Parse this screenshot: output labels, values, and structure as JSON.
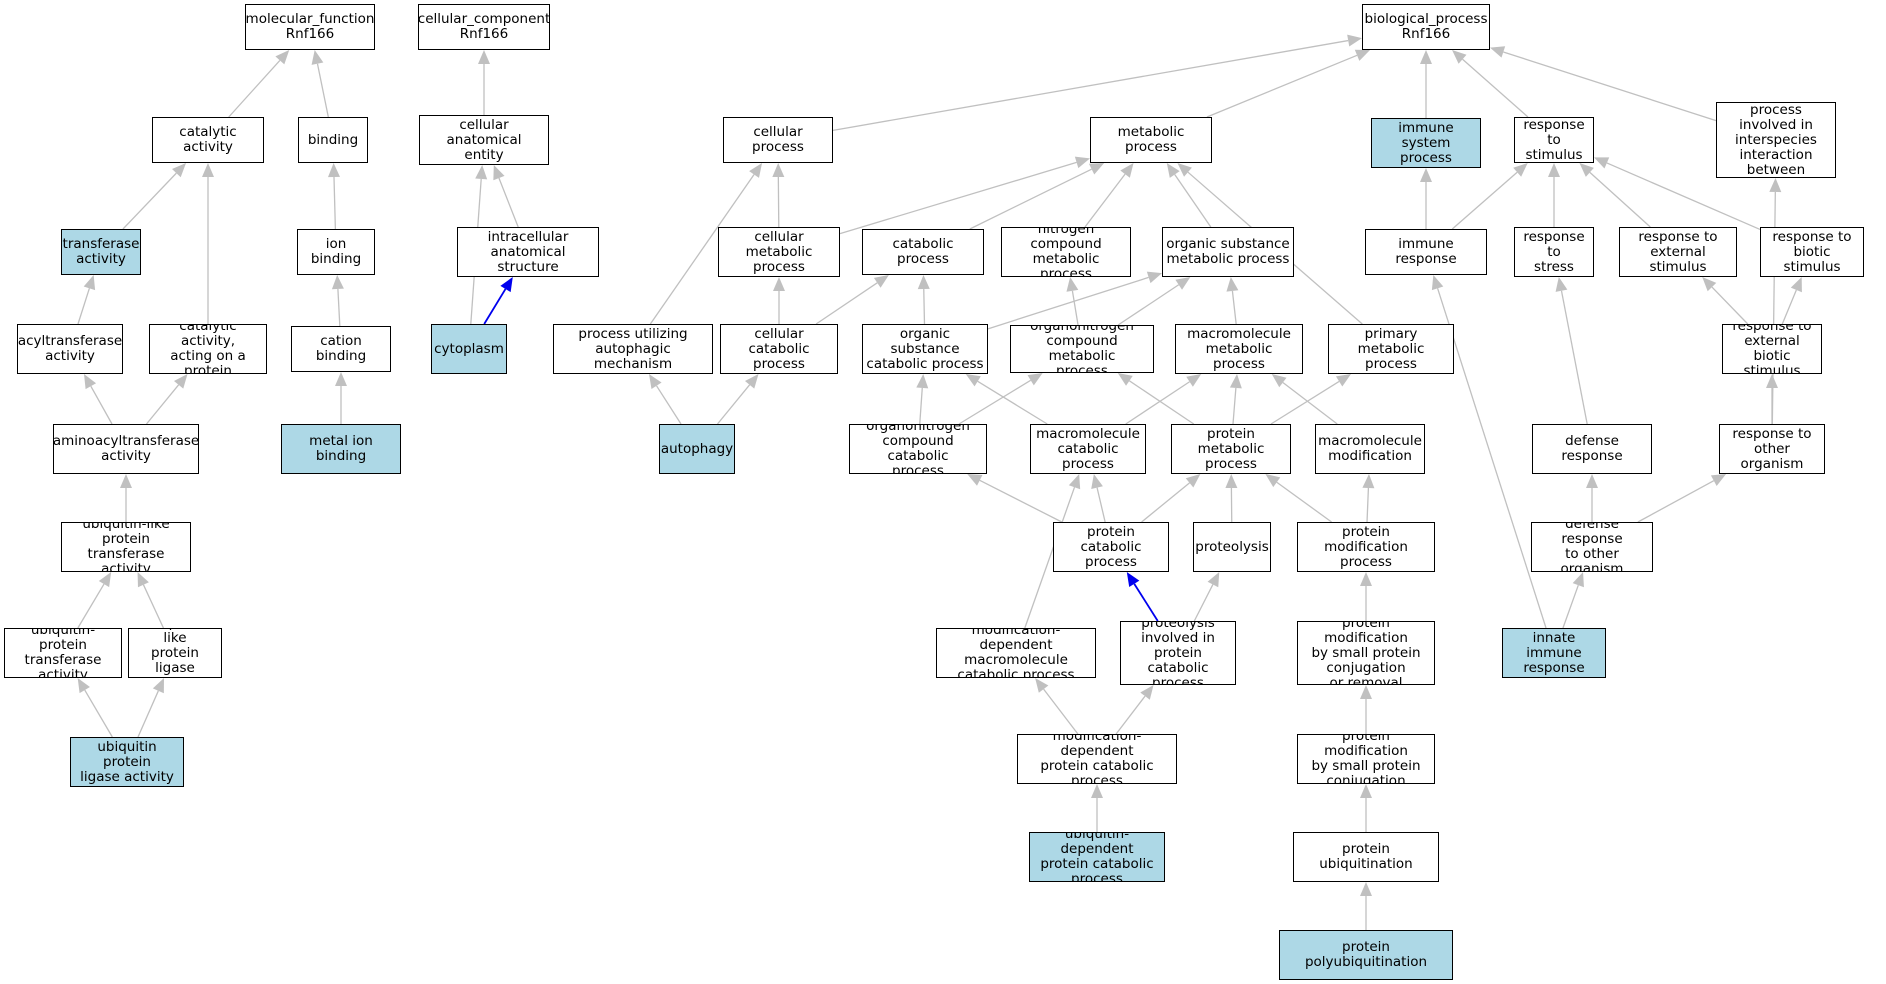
{
  "colors": {
    "highlight": "#add8e6",
    "plain": "#ffffff",
    "edge": "#c0c0c0",
    "edge_emph": "#0000ee"
  },
  "nodes": [
    {
      "id": "mf",
      "label": "molecular_function\nRnf166"
    },
    {
      "id": "cc",
      "label": "cellular_component\nRnf166"
    },
    {
      "id": "bp",
      "label": "biological_process\nRnf166"
    },
    {
      "id": "catact",
      "label": "catalytic activity"
    },
    {
      "id": "binding",
      "label": "binding"
    },
    {
      "id": "cae",
      "label": "cellular anatomical\nentity"
    },
    {
      "id": "cellproc",
      "label": "cellular process"
    },
    {
      "id": "metproc",
      "label": "metabolic process"
    },
    {
      "id": "immsys",
      "label": "immune system\nprocess",
      "hl": true
    },
    {
      "id": "resp",
      "label": "response to\nstimulus"
    },
    {
      "id": "bpinter",
      "label": "biological process\ninvolved in\ninterspecies\ninteraction\nbetween organisms"
    },
    {
      "id": "transf",
      "label": "transferase\nactivity",
      "hl": true
    },
    {
      "id": "ionb",
      "label": "ion binding"
    },
    {
      "id": "ias",
      "label": "intracellular\nanatomical structure"
    },
    {
      "id": "cellmet",
      "label": "cellular metabolic\nprocess"
    },
    {
      "id": "catab",
      "label": "catabolic process"
    },
    {
      "id": "nitro",
      "label": "nitrogen compound\nmetabolic process"
    },
    {
      "id": "orgsub",
      "label": "organic substance\nmetabolic process"
    },
    {
      "id": "immresp",
      "label": "immune response"
    },
    {
      "id": "rstress",
      "label": "response to\nstress"
    },
    {
      "id": "rext",
      "label": "response to\nexternal stimulus"
    },
    {
      "id": "rbio",
      "label": "response to\nbiotic stimulus"
    },
    {
      "id": "acyl",
      "label": "acyltransferase\nactivity"
    },
    {
      "id": "catprot",
      "label": "catalytic activity,\nacting on a\nprotein"
    },
    {
      "id": "cation",
      "label": "cation binding"
    },
    {
      "id": "cyto",
      "label": "cytoplasm",
      "hl": true
    },
    {
      "id": "autmech",
      "label": "process utilizing\nautophagic mechanism"
    },
    {
      "id": "cellcat",
      "label": "cellular catabolic\nprocess"
    },
    {
      "id": "orgcat",
      "label": "organic substance\ncatabolic process"
    },
    {
      "id": "orgnitro",
      "label": "organonitrogen\ncompound metabolic\nprocess"
    },
    {
      "id": "macmet",
      "label": "macromolecule\nmetabolic process"
    },
    {
      "id": "primet",
      "label": "primary metabolic\nprocess"
    },
    {
      "id": "rextbio",
      "label": "response to\nexternal biotic\nstimulus"
    },
    {
      "id": "aminoacyl",
      "label": "aminoacyltransferase\nactivity"
    },
    {
      "id": "metalion",
      "label": "metal ion binding",
      "hl": true
    },
    {
      "id": "autophagy",
      "label": "autophagy",
      "hl": true
    },
    {
      "id": "orgnitrocat",
      "label": "organonitrogen\ncompound catabolic\nprocess"
    },
    {
      "id": "maccat",
      "label": "macromolecule\ncatabolic process"
    },
    {
      "id": "protmet",
      "label": "protein metabolic\nprocess"
    },
    {
      "id": "macmod",
      "label": "macromolecule\nmodification"
    },
    {
      "id": "defresp",
      "label": "defense response"
    },
    {
      "id": "rother",
      "label": "response to\nother organism"
    },
    {
      "id": "ubltrans",
      "label": "ubiquitin-like\nprotein transferase\nactivity"
    },
    {
      "id": "protcat",
      "label": "protein catabolic\nprocess"
    },
    {
      "id": "proteol",
      "label": "proteolysis"
    },
    {
      "id": "protmod",
      "label": "protein modification\nprocess"
    },
    {
      "id": "defother",
      "label": "defense response\nto other organism"
    },
    {
      "id": "ubprottrans",
      "label": "ubiquitin-protein\ntransferase\nactivity"
    },
    {
      "id": "ubllig",
      "label": "ubiquitin-like\nprotein ligase\nactivity"
    },
    {
      "id": "moddepmac",
      "label": "modification-dependent\nmacromolecule\ncatabolic process"
    },
    {
      "id": "proteolcat",
      "label": "proteolysis\ninvolved in\nprotein catabolic\nprocess"
    },
    {
      "id": "protmodsmall",
      "label": "protein modification\nby small protein\nconjugation\nor removal"
    },
    {
      "id": "innate",
      "label": "innate immune\nresponse",
      "hl": true
    },
    {
      "id": "ubplig",
      "label": "ubiquitin protein\nligase activity",
      "hl": true
    },
    {
      "id": "moddepprot",
      "label": "modification-dependent\nprotein catabolic\nprocess"
    },
    {
      "id": "protmodconj",
      "label": "protein modification\nby small protein\nconjugation"
    },
    {
      "id": "ubdep",
      "label": "ubiquitin-dependent\nprotein catabolic\nprocess",
      "hl": true
    },
    {
      "id": "protubiq",
      "label": "protein ubiquitination"
    },
    {
      "id": "polyubiq",
      "label": "protein polyubiquitination",
      "hl": true
    }
  ],
  "edges": [
    [
      "catact",
      "mf"
    ],
    [
      "binding",
      "mf"
    ],
    [
      "cae",
      "cc"
    ],
    [
      "cellproc",
      "bp"
    ],
    [
      "metproc",
      "bp"
    ],
    [
      "immsys",
      "bp"
    ],
    [
      "resp",
      "bp"
    ],
    [
      "bpinter",
      "bp"
    ],
    [
      "transf",
      "catact"
    ],
    [
      "catprot",
      "catact"
    ],
    [
      "ionb",
      "binding"
    ],
    [
      "cation",
      "ionb"
    ],
    [
      "metalion",
      "cation"
    ],
    [
      "ias",
      "cae"
    ],
    [
      "cyto",
      "cae"
    ],
    [
      "cyto",
      "ias",
      "emph"
    ],
    [
      "acyl",
      "transf"
    ],
    [
      "aminoacyl",
      "acyl"
    ],
    [
      "aminoacyl",
      "catprot"
    ],
    [
      "ubltrans",
      "aminoacyl"
    ],
    [
      "ubprottrans",
      "ubltrans"
    ],
    [
      "ubllig",
      "ubltrans"
    ],
    [
      "ubplig",
      "ubprottrans"
    ],
    [
      "ubplig",
      "ubllig"
    ],
    [
      "cellmet",
      "cellproc"
    ],
    [
      "autmech",
      "cellproc"
    ],
    [
      "cellmet",
      "metproc"
    ],
    [
      "catab",
      "metproc"
    ],
    [
      "nitro",
      "metproc"
    ],
    [
      "orgsub",
      "metproc"
    ],
    [
      "primet",
      "metproc"
    ],
    [
      "cellcat",
      "cellmet"
    ],
    [
      "cellcat",
      "catab"
    ],
    [
      "orgcat",
      "catab"
    ],
    [
      "orgcat",
      "orgsub"
    ],
    [
      "orgnitro",
      "orgsub"
    ],
    [
      "macmet",
      "orgsub"
    ],
    [
      "orgnitro",
      "nitro"
    ],
    [
      "autophagy",
      "autmech"
    ],
    [
      "autophagy",
      "cellcat"
    ],
    [
      "orgnitrocat",
      "orgcat"
    ],
    [
      "orgnitrocat",
      "orgnitro"
    ],
    [
      "maccat",
      "orgcat"
    ],
    [
      "maccat",
      "macmet"
    ],
    [
      "protmet",
      "orgnitro"
    ],
    [
      "protmet",
      "macmet"
    ],
    [
      "protmet",
      "primet"
    ],
    [
      "macmod",
      "macmet"
    ],
    [
      "protcat",
      "orgnitrocat"
    ],
    [
      "protcat",
      "maccat"
    ],
    [
      "protcat",
      "protmet"
    ],
    [
      "proteol",
      "protmet"
    ],
    [
      "protmod",
      "protmet"
    ],
    [
      "protmod",
      "macmod"
    ],
    [
      "moddepmac",
      "maccat"
    ],
    [
      "proteolcat",
      "protcat",
      "emph"
    ],
    [
      "proteolcat",
      "proteol"
    ],
    [
      "moddepprot",
      "moddepmac"
    ],
    [
      "moddepprot",
      "proteolcat"
    ],
    [
      "ubdep",
      "moddepprot"
    ],
    [
      "protmodsmall",
      "protmod"
    ],
    [
      "protmodconj",
      "protmodsmall"
    ],
    [
      "protubiq",
      "protmodconj"
    ],
    [
      "polyubiq",
      "protubiq"
    ],
    [
      "immresp",
      "immsys"
    ],
    [
      "immresp",
      "resp"
    ],
    [
      "rstress",
      "resp"
    ],
    [
      "rext",
      "resp"
    ],
    [
      "rbio",
      "resp"
    ],
    [
      "rextbio",
      "rext"
    ],
    [
      "rextbio",
      "rbio"
    ],
    [
      "rother",
      "rextbio"
    ],
    [
      "rother",
      "bpinter"
    ],
    [
      "defresp",
      "rstress"
    ],
    [
      "defother",
      "defresp"
    ],
    [
      "defother",
      "rother"
    ],
    [
      "innate",
      "immresp"
    ],
    [
      "innate",
      "defother"
    ]
  ]
}
